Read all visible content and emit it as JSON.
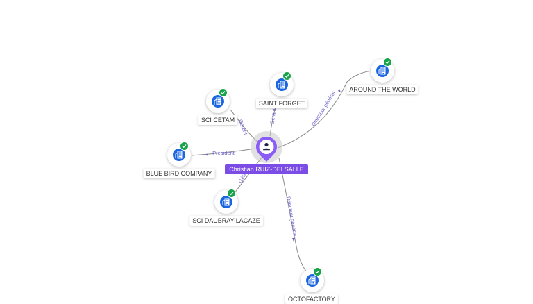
{
  "center": {
    "label": "Christian RUIZ-DELSALLE",
    "icon": "person-icon",
    "accent": "#7c4ce6"
  },
  "companies": [
    {
      "id": "around-the-world",
      "label": "AROUND THE WORLD",
      "icon": "building-icon",
      "verified": true
    },
    {
      "id": "saint-forget",
      "label": "SAINT FORGET",
      "icon": "building-icon",
      "verified": true
    },
    {
      "id": "sci-cetam",
      "label": "SCI CETAM",
      "icon": "building-icon",
      "verified": true
    },
    {
      "id": "blue-bird-company",
      "label": "BLUE BIRD COMPANY",
      "icon": "building-icon",
      "verified": true
    },
    {
      "id": "sci-daubray-lacaze",
      "label": "SCI DAUBRAY-LACAZE",
      "icon": "building-icon",
      "verified": true
    },
    {
      "id": "octofactory",
      "label": "OCTOFACTORY",
      "icon": "building-icon",
      "verified": true
    }
  ],
  "edges": [
    {
      "target": "around-the-world",
      "role": "Directeur général"
    },
    {
      "target": "saint-forget",
      "role": "Gérant"
    },
    {
      "target": "sci-cetam",
      "role": "Gérant"
    },
    {
      "target": "blue-bird-company",
      "role": "Président"
    },
    {
      "target": "sci-daubray-lacaze",
      "role": "Gérant"
    },
    {
      "target": "octofactory",
      "role": "Directeur général"
    }
  ],
  "colors": {
    "company_icon": "#1a66e0",
    "verified_badge": "#17a34a",
    "edge_label": "#6b63c9",
    "edge_line": "#8a8a8a"
  }
}
